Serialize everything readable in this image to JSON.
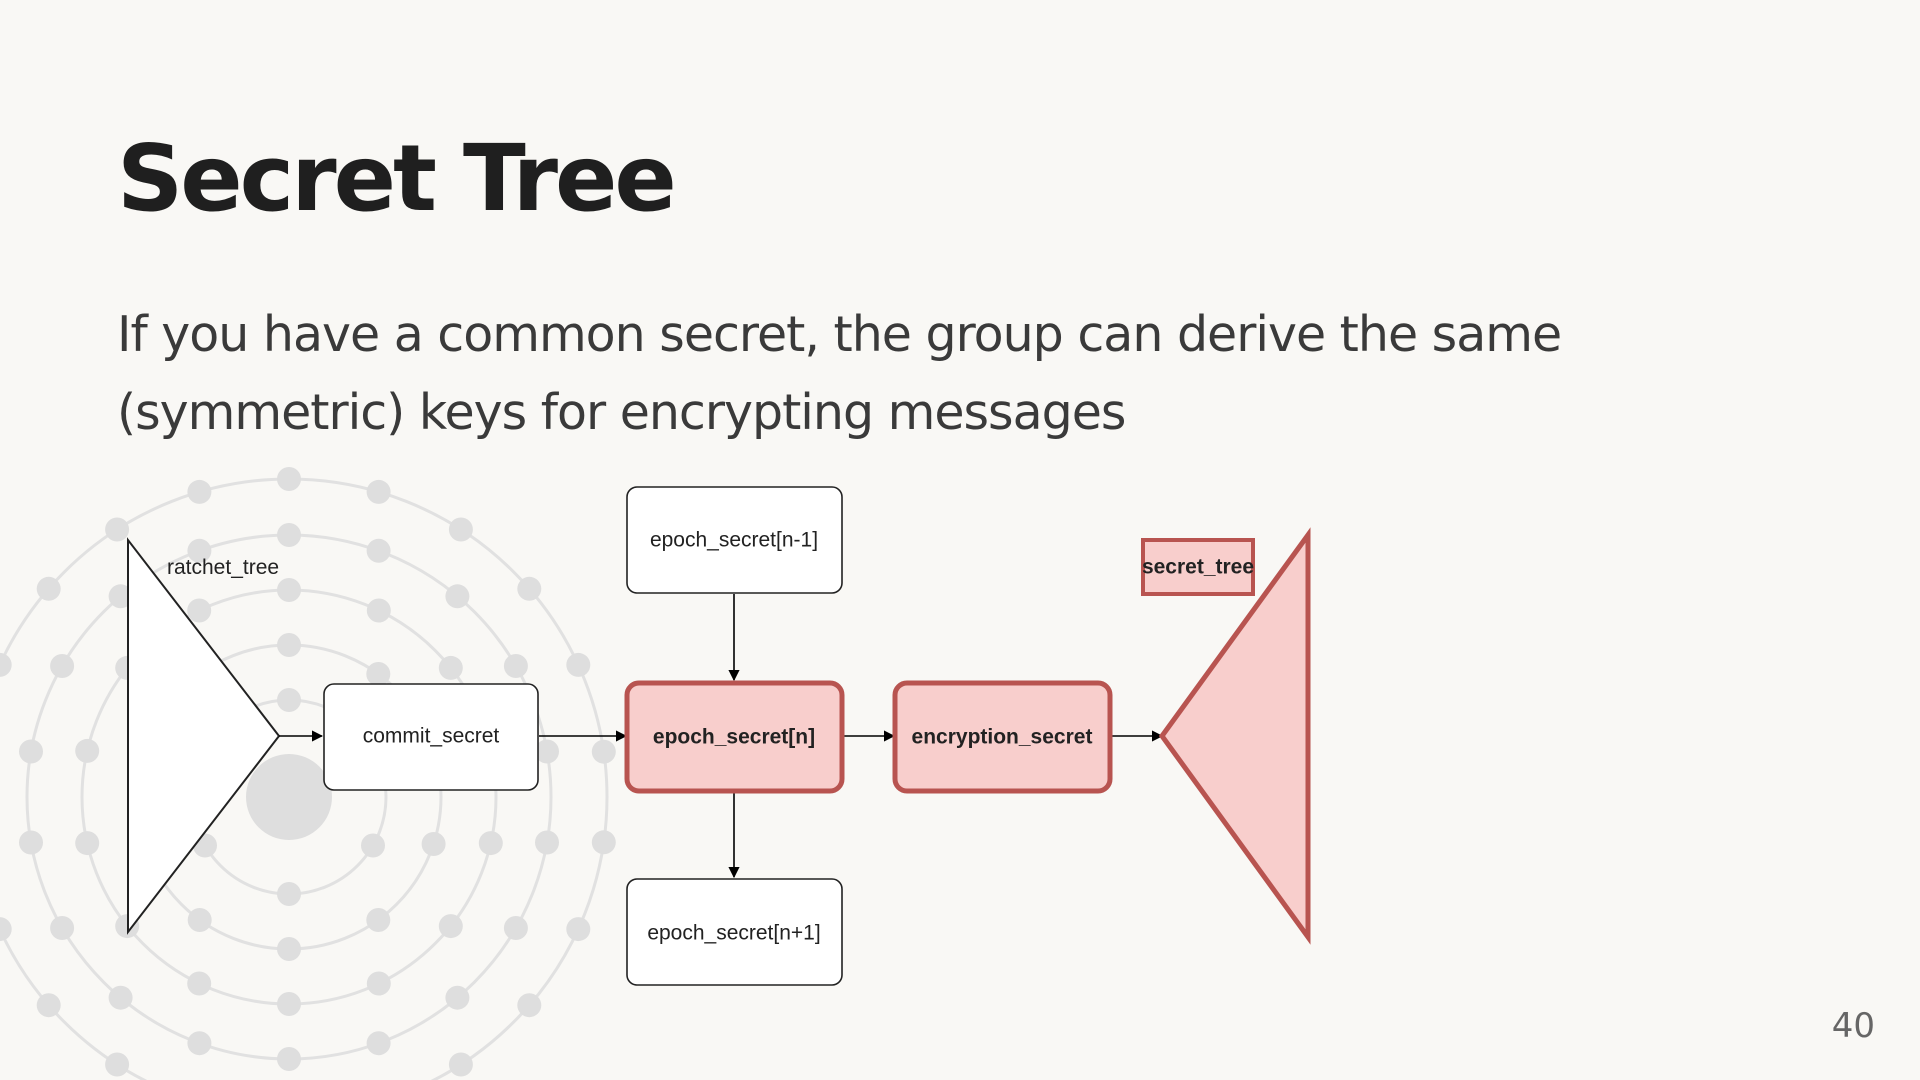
{
  "slide": {
    "title": "Secret Tree",
    "body": "If you have a common secret, the group can derive the same (symmetric) keys for encrypting messages",
    "page_number": "40"
  },
  "diagram": {
    "accent_fill": "#f8cecc",
    "accent_stroke": "#b85450",
    "nodes": {
      "ratchet_tree": "ratchet_tree",
      "commit_secret": "commit_secret",
      "epoch_prev": "epoch_secret[n-1]",
      "epoch_current": "epoch_secret[n]",
      "epoch_next": "epoch_secret[n+1]",
      "encryption_secret": "encryption_secret",
      "secret_tree": "secret_tree"
    }
  }
}
